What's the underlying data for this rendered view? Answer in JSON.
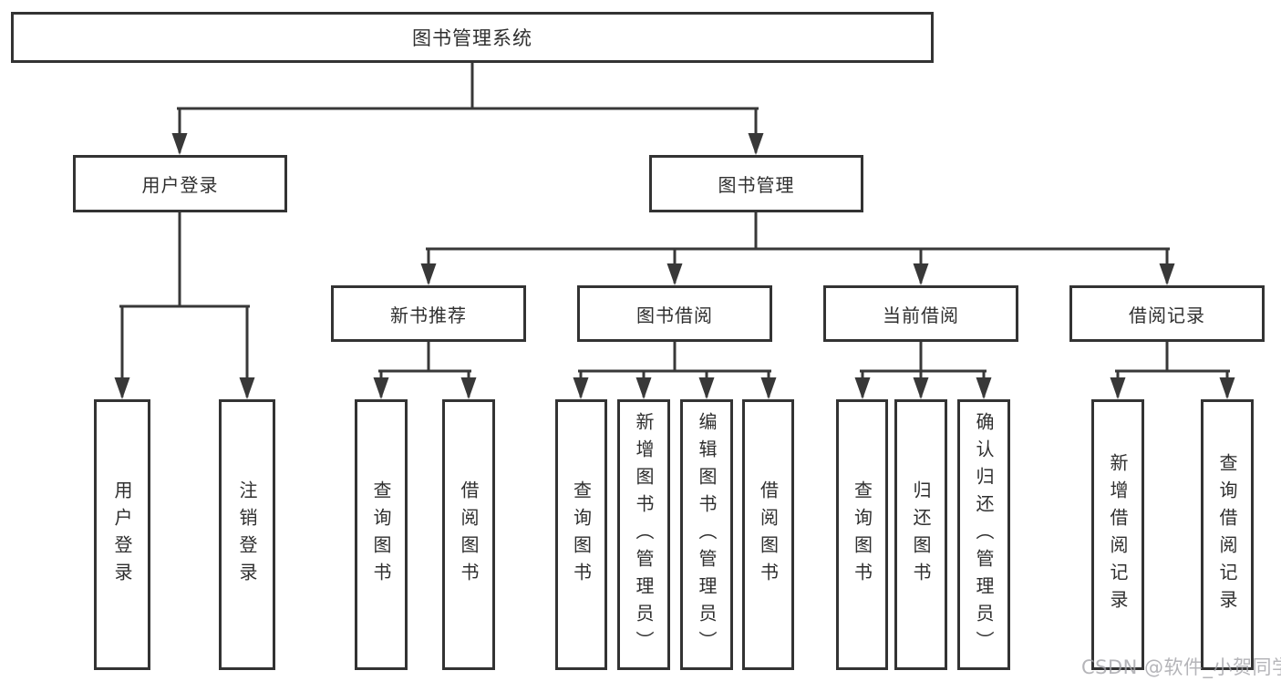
{
  "diagram_type": "functional-structure-tree",
  "tree": {
    "label": "图书管理系统",
    "children": [
      {
        "label": "用户登录",
        "children": [
          {
            "label": "用户登录"
          },
          {
            "label": "注销登录"
          }
        ]
      },
      {
        "label": "图书管理",
        "children": [
          {
            "label": "新书推荐",
            "children": [
              {
                "label": "查询图书"
              },
              {
                "label": "借阅图书"
              }
            ]
          },
          {
            "label": "图书借阅",
            "children": [
              {
                "label": "查询图书"
              },
              {
                "label": "新增图书（管理员）"
              },
              {
                "label": "编辑图书（管理员）"
              },
              {
                "label": "借阅图书"
              }
            ]
          },
          {
            "label": "当前借阅",
            "children": [
              {
                "label": "查询图书"
              },
              {
                "label": "归还图书"
              },
              {
                "label": "确认归还（管理员）"
              }
            ]
          },
          {
            "label": "借阅记录",
            "children": [
              {
                "label": "新增借阅记录"
              },
              {
                "label": "查询借阅记录"
              }
            ]
          }
        ]
      }
    ]
  },
  "watermark": {
    "text": "CSDN @软件_小贺同学"
  },
  "colors": {
    "line": "#383838",
    "box_border": "#333333",
    "box_fill": "#ffffff",
    "text": "#2f2f2f",
    "watermark": "#a3a3a8"
  }
}
